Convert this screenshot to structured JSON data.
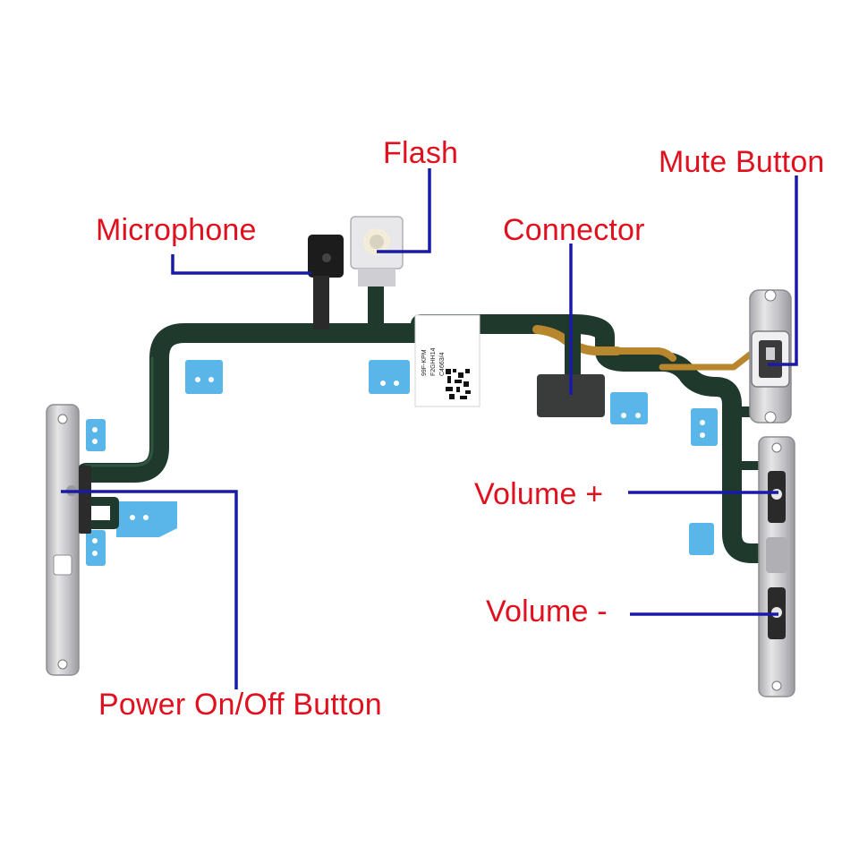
{
  "labels": {
    "flash": "Flash",
    "mute_button": "Mute Button",
    "microphone": "Microphone",
    "connector": "Connector",
    "volume_up": "Volume +",
    "volume_down": "Volume -",
    "power_button": "Power On/Off Button"
  },
  "sticker_text": {
    "line1": "C4663/4",
    "line2": "F2GHH14",
    "line3": "99F-KPM"
  },
  "colors": {
    "label_text": "#e0101e",
    "leader_line": "#1a1aa8",
    "flex_cable": "#1f3a2c",
    "copper_trace": "#b8862c",
    "tape": "#5ab6e8",
    "metal": "#c8c8cc"
  }
}
